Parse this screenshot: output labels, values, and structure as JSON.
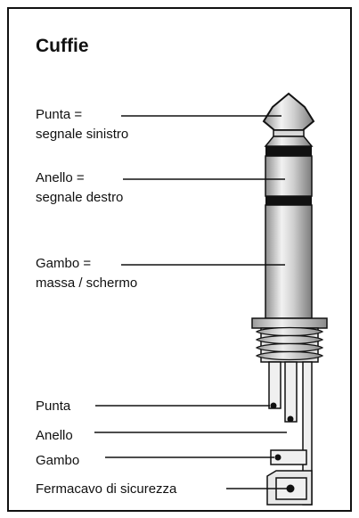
{
  "title": "Cuffie",
  "top_labels": {
    "tip": {
      "line1": "Punta =",
      "line2": "segnale sinistro"
    },
    "ring": {
      "line1": "Anello =",
      "line2": "segnale destro"
    },
    "sleeve": {
      "line1": "Gambo =",
      "line2": "massa / schermo"
    }
  },
  "bottom_labels": {
    "tip": "Punta",
    "ring": "Anello",
    "sleeve": "Gambo",
    "cable_clamp": "Fermacavo di sicurezza"
  },
  "colors": {
    "outline": "#111111",
    "metal_light": "#f2f2f2",
    "metal_mid": "#c4c4c4",
    "metal_dark": "#8e8e8e",
    "insulator": "#111111"
  }
}
